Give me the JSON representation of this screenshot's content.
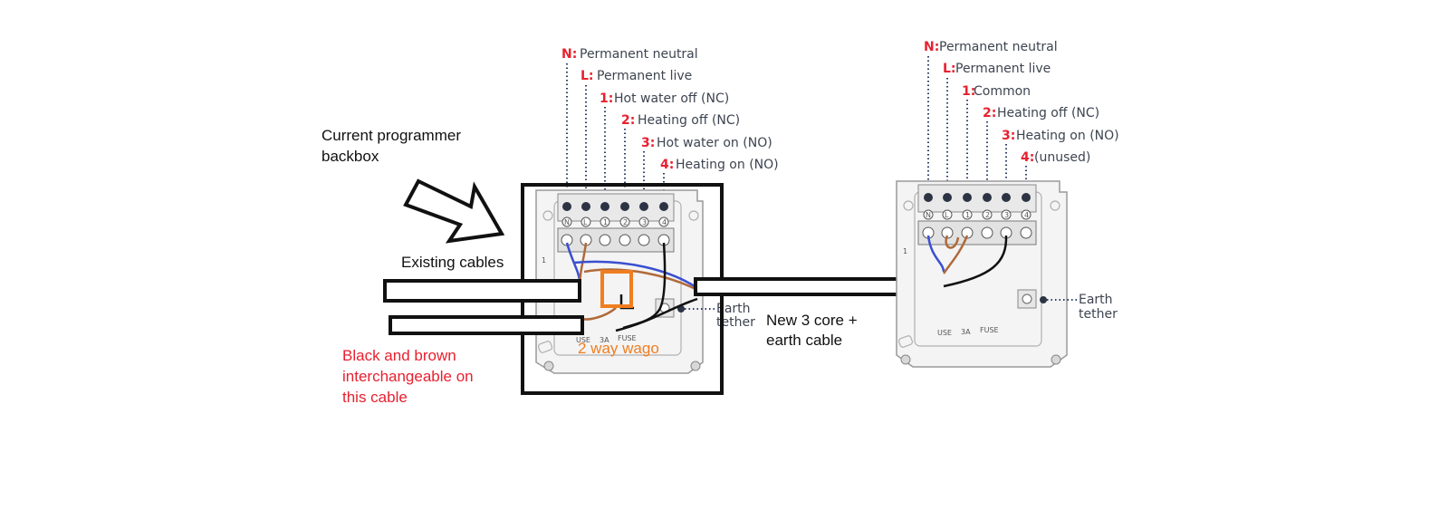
{
  "left_panel": {
    "terminals": [
      {
        "key": "N:",
        "desc": "Permanent neutral",
        "num": "N"
      },
      {
        "key": "L:",
        "desc": "Permanent live",
        "num": "L"
      },
      {
        "key": "1:",
        "desc": "Hot water off (NC)",
        "num": "1"
      },
      {
        "key": "2:",
        "desc": "Heating off (NC)",
        "num": "2"
      },
      {
        "key": "3:",
        "desc": "Hot water on (NO)",
        "num": "3"
      },
      {
        "key": "4:",
        "desc": "Heating on (NO)",
        "num": "4"
      }
    ],
    "earth_label": [
      "Earth",
      "tether"
    ],
    "fuse_labels": [
      "USE",
      "3A",
      "FUSE"
    ],
    "side_marker": "1"
  },
  "right_panel": {
    "terminals": [
      {
        "key": "N:",
        "desc": "Permanent neutral",
        "num": "N"
      },
      {
        "key": "L:",
        "desc": "Permanent live",
        "num": "L"
      },
      {
        "key": "1:",
        "desc": "Common",
        "num": "1"
      },
      {
        "key": "2:",
        "desc": "Heating off (NC)",
        "num": "2"
      },
      {
        "key": "3:",
        "desc": "Heating on (NO)",
        "num": "3"
      },
      {
        "key": "4:",
        "desc": "(unused)",
        "num": "4"
      }
    ],
    "earth_label": [
      "Earth",
      "tether"
    ],
    "fuse_labels": [
      "USE",
      "3A",
      "FUSE"
    ],
    "side_marker": "1"
  },
  "annotations": {
    "current_backbox": [
      "Current programmer",
      "backbox"
    ],
    "existing_cables": "Existing cables",
    "interchangeable": [
      "Black and brown",
      "interchangeable on",
      "this cable"
    ],
    "wago": "2 way wago",
    "new_cable": [
      "New 3 core +",
      "earth cable"
    ]
  },
  "colors": {
    "key_red": "#e8202f",
    "wire_blue": "#3a4fd0",
    "wire_brown": "#b06a3a",
    "wire_black": "#111111",
    "wago_orange": "#f07e20",
    "dots": "#2c3e66"
  }
}
